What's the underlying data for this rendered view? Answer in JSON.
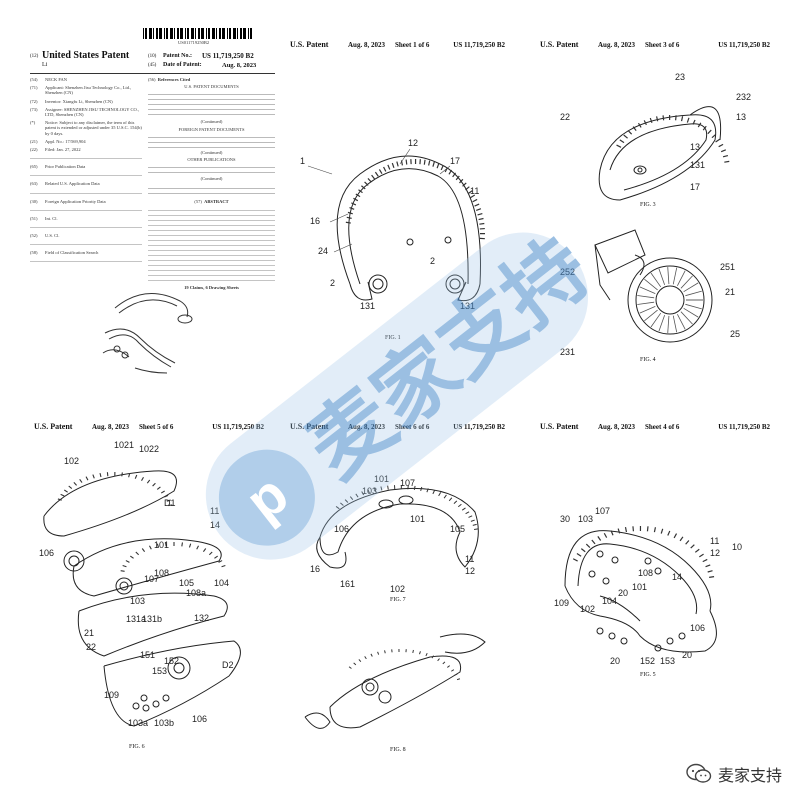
{
  "front": {
    "barcode_number": "US011719250B2",
    "country_code": "(12)",
    "title": "United States Patent",
    "inventor_short": "Li",
    "patent_no_code": "(10)",
    "patent_no_label": "Patent No.:",
    "patent_no": "US 11,719,250 B2",
    "date_code": "(45)",
    "date_label": "Date of Patent:",
    "date": "Aug. 8, 2023",
    "left_fields": [
      {
        "code": "(54)",
        "text": "NECK FAN"
      },
      {
        "code": "(71)",
        "text": "Applicant: Shenzhen Jisu Technology Co., Ltd., Shenzhen (CN)"
      },
      {
        "code": "(72)",
        "text": "Inventor: Xiangfu Li, Shenzhen (CN)"
      },
      {
        "code": "(73)",
        "text": "Assignee: SHENZHEN JISU TECHNOLOGY CO., LTD, Shenzhen (CN)"
      },
      {
        "code": "(*)",
        "text": "Notice: Subject to any disclaimer, the term of this patent is extended or adjusted under 35 U.S.C. 154(b) by 0 days."
      },
      {
        "code": "(21)",
        "text": "Appl. No.: 17/569,904"
      },
      {
        "code": "(22)",
        "text": "Filed: Jan. 27, 2022"
      },
      {
        "code": "(65)",
        "text": "Prior Publication Data"
      },
      {
        "code": "(63)",
        "text": "Related U.S. Application Data"
      },
      {
        "code": "(30)",
        "text": "Foreign Application Priority Data"
      },
      {
        "code": "(51)",
        "text": "Int. Cl."
      },
      {
        "code": "(52)",
        "text": "U.S. Cl."
      },
      {
        "code": "(58)",
        "text": "Field of Classification Search"
      }
    ],
    "references_code": "(56)",
    "references_title": "References Cited",
    "us_patent_docs": "U.S. PATENT DOCUMENTS",
    "foreign_docs": "FOREIGN PATENT DOCUMENTS",
    "other_pubs": "OTHER PUBLICATIONS",
    "continued": "(Continued)",
    "abstract_code": "(57)",
    "abstract_title": "ABSTRACT",
    "claims": "19 Claims, 6 Drawing Sheets"
  },
  "sheets": [
    {
      "id": "sheet1",
      "patent": "U.S. Patent",
      "date": "Aug. 8, 2023",
      "sheet": "Sheet 1 of 6",
      "number": "US 11,719,250 B2",
      "fig": "FIG. 1"
    },
    {
      "id": "sheet3",
      "patent": "U.S. Patent",
      "date": "Aug. 8, 2023",
      "sheet": "Sheet 3 of 6",
      "number": "US 11,719,250 B2",
      "fig": "FIG. 3",
      "fig2": "FIG. 4"
    },
    {
      "id": "sheet5",
      "patent": "U.S. Patent",
      "date": "Aug. 8, 2023",
      "sheet": "Sheet 5 of 6",
      "number": "US 11,719,250 B2",
      "fig": "FIG. 6"
    },
    {
      "id": "sheet6",
      "patent": "U.S. Patent",
      "date": "Aug. 8, 2023",
      "sheet": "Sheet 6 of 6",
      "number": "US 11,719,250 B2",
      "fig": "FIG. 7",
      "fig2": "FIG. 8"
    },
    {
      "id": "sheet4",
      "patent": "U.S. Patent",
      "date": "Aug. 8, 2023",
      "sheet": "Sheet 4 of 6",
      "number": "US 11,719,250 B2",
      "fig": "FIG. 5"
    }
  ],
  "fig1_labels": [
    "1",
    "12",
    "17",
    "11",
    "16",
    "24",
    "2",
    "2",
    "131",
    "131"
  ],
  "fig3_labels": [
    "23",
    "232",
    "22",
    "13",
    "13",
    "131",
    "17"
  ],
  "fig4_labels": [
    "251",
    "21",
    "25",
    "252",
    "231"
  ],
  "fig6_labels": [
    "1021",
    "1022",
    "102",
    "D1",
    "11",
    "14",
    "104",
    "106",
    "108",
    "101",
    "107",
    "105",
    "108a",
    "103",
    "132",
    "131a",
    "131b",
    "21",
    "22",
    "152",
    "153",
    "151",
    "D2",
    "109",
    "103a",
    "103b",
    "106"
  ],
  "fig7_labels": [
    "101",
    "103",
    "107",
    "106",
    "101",
    "105",
    "16",
    "161",
    "102",
    "11",
    "12"
  ],
  "fig5_labels": [
    "30",
    "103",
    "107",
    "11",
    "12",
    "10",
    "108",
    "14",
    "101",
    "20",
    "104",
    "109",
    "102",
    "106",
    "20",
    "152",
    "153",
    "20"
  ],
  "watermark": {
    "text": "麦家支持",
    "logo_letter": "p"
  },
  "footer_brand": {
    "text": "麦家支持"
  }
}
